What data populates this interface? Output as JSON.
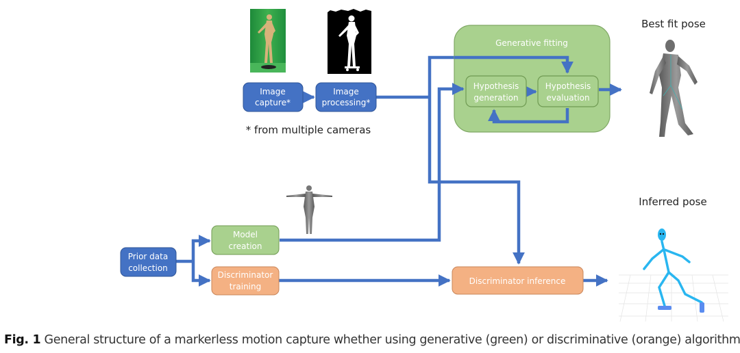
{
  "colors": {
    "flow_blue": "#4472c4",
    "box_blue": "#4472c4",
    "box_green": "#a9d18e",
    "box_orange": "#f4b183",
    "container_green": "#a9d18e",
    "box_border_green": "#6f9a52",
    "box_border_orange": "#c9865a",
    "box_border_blue": "#2f5597"
  },
  "nodes": {
    "image_capture": {
      "line1": "Image",
      "line2": "capture*"
    },
    "image_processing": {
      "line1": "Image",
      "line2": "processing*"
    },
    "multi_camera_note": "* from multiple cameras",
    "generative_fitting": {
      "title": "Generative fitting"
    },
    "hypothesis_generation": {
      "line1": "Hypothesis",
      "line2": "generation"
    },
    "hypothesis_evaluation": {
      "line1": "Hypothesis",
      "line2": "evaluation"
    },
    "prior_data_collection": {
      "line1": "Prior data",
      "line2": "collection"
    },
    "model_creation": {
      "line1": "Model",
      "line2": "creation"
    },
    "discriminator_training": {
      "line1": "Discriminator",
      "line2": "training"
    },
    "discriminator_inference": {
      "label": "Discriminator inference"
    }
  },
  "outputs": {
    "best_fit_pose": "Best fit pose",
    "inferred_pose": "Inferred pose"
  },
  "images": {
    "capture_photo": "mannequin-on-green-screen",
    "silhouette": "binary-silhouette",
    "t_pose_model": "t-pose-body-model",
    "best_fit_model": "fitted-body-mesh",
    "inferred_skeleton": "blue-skeleton-on-grid"
  },
  "caption": {
    "label": "Fig. 1",
    "text": " General structure of a markerless motion capture whether using generative (green) or discriminative (orange) algorithms"
  }
}
